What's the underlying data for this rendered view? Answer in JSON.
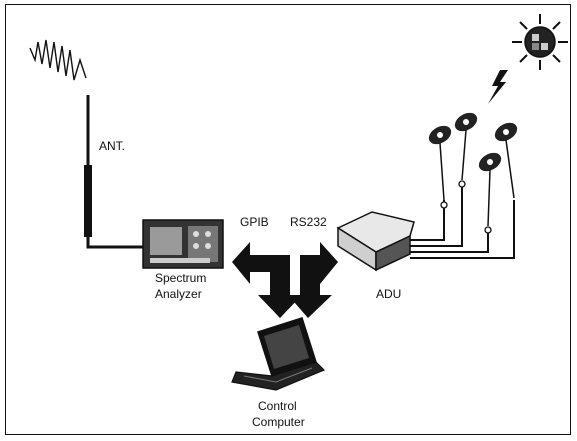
{
  "labels": {
    "ant": "ANT.",
    "gpib": "GPIB",
    "rs232": "RS232",
    "spectrum_line1": "Spectrum",
    "spectrum_line2": "Analyzer",
    "adu": "ADU",
    "control_line1": "Control",
    "control_line2": "Computer"
  },
  "icons": [
    "signal-wave-icon",
    "antenna-icon",
    "spectrum-analyzer-icon",
    "adu-box-icon",
    "laptop-icon",
    "satellite-icon",
    "lightning-icon",
    "dish-antenna-icon"
  ],
  "colors": {
    "ink": "#111111",
    "background": "#ffffff"
  }
}
